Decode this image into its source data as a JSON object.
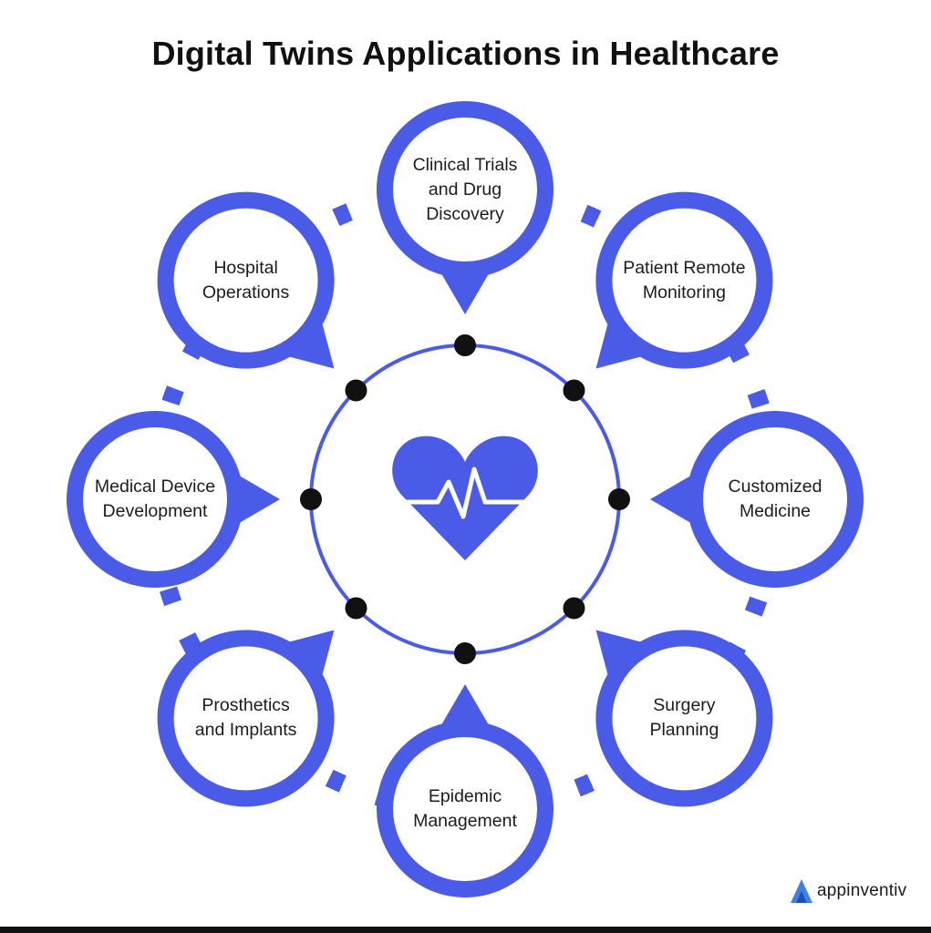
{
  "title": "Digital Twins Applications in Healthcare",
  "colors": {
    "accent": "#4a5be7",
    "dot": "#111111",
    "text": "#1c1c1c"
  },
  "center_icon": "heart-pulse-icon",
  "nodes": [
    {
      "id": "clinical-trials",
      "lines": [
        "Clinical Trials",
        "and Drug",
        "Discovery"
      ]
    },
    {
      "id": "patient-remote-monitoring",
      "lines": [
        "Patient Remote",
        "Monitoring"
      ]
    },
    {
      "id": "customized-medicine",
      "lines": [
        "Customized",
        "Medicine"
      ]
    },
    {
      "id": "surgery-planning",
      "lines": [
        "Surgery",
        "Planning"
      ]
    },
    {
      "id": "epidemic-management",
      "lines": [
        "Epidemic",
        "Management"
      ]
    },
    {
      "id": "prosthetics-and-implants",
      "lines": [
        "Prosthetics",
        "and Implants"
      ]
    },
    {
      "id": "medical-device-development",
      "lines": [
        "Medical Device",
        "Development"
      ]
    },
    {
      "id": "hospital-operations",
      "lines": [
        "Hospital",
        "Operations"
      ]
    }
  ],
  "brand": {
    "name": "appinventiv",
    "icon": "appinventiv-logo-icon"
  }
}
